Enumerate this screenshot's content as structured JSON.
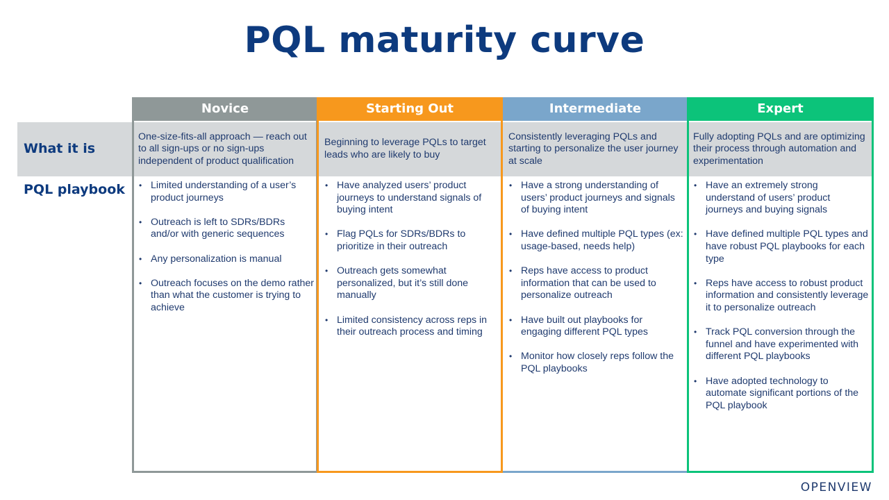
{
  "slide": {
    "title": "PQL maturity curve",
    "logo": "OPENVIEW"
  },
  "rows": {
    "what_it_is": "What it is",
    "pql_playbook": "PQL playbook"
  },
  "columns": [
    {
      "label": "Novice",
      "color": "#8f9898",
      "what_it_is": "One-size-fits-all approach — reach out to all sign-ups or no sign-ups independent of product qualification",
      "playbook": [
        "Limited understanding of a user’s product journeys",
        "Outreach is left to SDRs/BDRs and/or with generic sequences",
        "Any personalization is manual",
        "Outreach focuses on the demo rather than what the customer is trying to achieve"
      ]
    },
    {
      "label": "Starting Out",
      "color": "#f7981d",
      "what_it_is": "Beginning to leverage PQLs to target leads who are likely to buy",
      "playbook": [
        "Have analyzed users’ product journeys to understand signals of buying intent",
        "Flag PQLs for SDRs/BDRs to prioritize in their outreach",
        "Outreach gets somewhat personalized, but it’s still done manually",
        "Limited consistency across reps in their outreach process and timing"
      ]
    },
    {
      "label": "Intermediate",
      "color": "#7aa6cb",
      "what_it_is": "Consistently leveraging PQLs and starting to personalize the user journey at scale",
      "playbook": [
        "Have a strong understanding of users’ product journeys and signals of buying intent",
        "Have defined multiple PQL types (ex: usage-based, needs help)",
        "Reps have access to product information that can be used to personalize outreach",
        "Have built out playbooks for engaging different PQL types",
        "Monitor how closely reps follow the PQL playbooks"
      ]
    },
    {
      "label": "Expert",
      "color": "#0cc37a",
      "what_it_is": "Fully adopting PQLs and are optimizing their process through automation and experimentation",
      "playbook": [
        "Have an extremely strong understand of users’ product journeys and buying signals",
        "Have defined multiple PQL types and have robust PQL playbooks for each type",
        "Reps have access to robust product information and consistently leverage it to personalize outreach",
        "Track PQL conversion through the funnel and have experimented with different PQL playbooks",
        "Have adopted technology to automate significant portions of the PQL playbook"
      ]
    }
  ]
}
